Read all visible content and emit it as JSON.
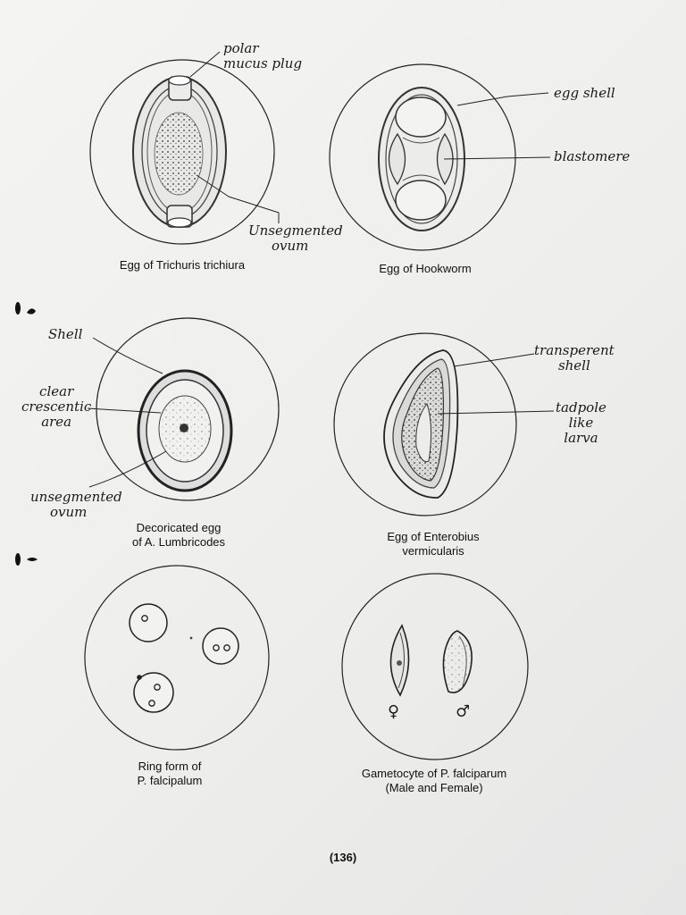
{
  "figures": [
    {
      "caption_lines": [
        "Egg of Trichuris trichiura"
      ],
      "labels": [
        {
          "lines": [
            "polar",
            "mucus plug"
          ]
        },
        {
          "lines": [
            "Unsegmented",
            "ovum"
          ]
        }
      ]
    },
    {
      "caption_lines": [
        "Egg of Hookworm"
      ],
      "labels": [
        {
          "lines": [
            "egg shell"
          ]
        },
        {
          "lines": [
            "blastomere"
          ]
        }
      ]
    },
    {
      "caption_lines": [
        "Decoricated egg",
        "of  A. Lumbricodes"
      ],
      "labels": [
        {
          "lines": [
            "Shell"
          ]
        },
        {
          "lines": [
            "clear",
            "crescentic",
            "area"
          ]
        },
        {
          "lines": [
            "unsegmented",
            "ovum"
          ]
        }
      ]
    },
    {
      "caption_lines": [
        "Egg of Enterobius",
        "vermicularis"
      ],
      "labels": [
        {
          "lines": [
            "transperent",
            "shell"
          ]
        },
        {
          "lines": [
            "tadpole",
            "like",
            "larva"
          ]
        }
      ]
    },
    {
      "caption_lines": [
        "Ring form of",
        "P. falcipalum"
      ],
      "labels": []
    },
    {
      "caption_lines": [
        "Gametocyte of P. falciparum",
        "(Male and Female)"
      ],
      "labels": [
        {
          "lines": [
            "♀"
          ]
        },
        {
          "lines": [
            "♂"
          ]
        }
      ]
    }
  ],
  "page_number": "(136)"
}
